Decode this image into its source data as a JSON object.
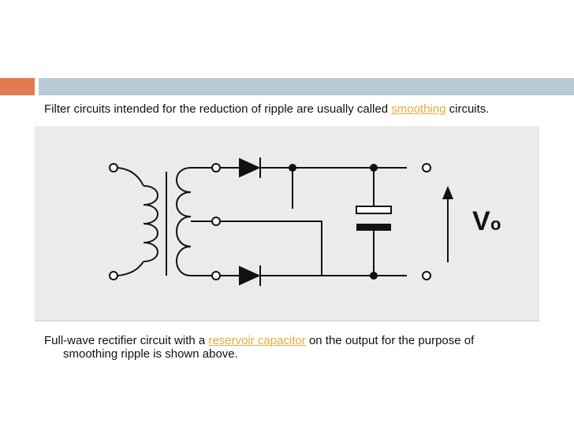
{
  "slide": {
    "intro": {
      "prefix": "Filter circuits intended for the reduction of ripple are usually called ",
      "link": "smoothing",
      "suffix": " circuits."
    },
    "circuit": {
      "output_label": "V",
      "output_subscript": "o"
    },
    "caption": {
      "prefix": "Full-wave rectifier circuit with a ",
      "link": "reservoir capacitor",
      "suffix": " on the output for the purpose of",
      "line2": "smoothing ripple is shown above."
    }
  },
  "colors": {
    "accent": "#e07b53",
    "band": "#b8cbd7",
    "link": "#e8a93c"
  }
}
